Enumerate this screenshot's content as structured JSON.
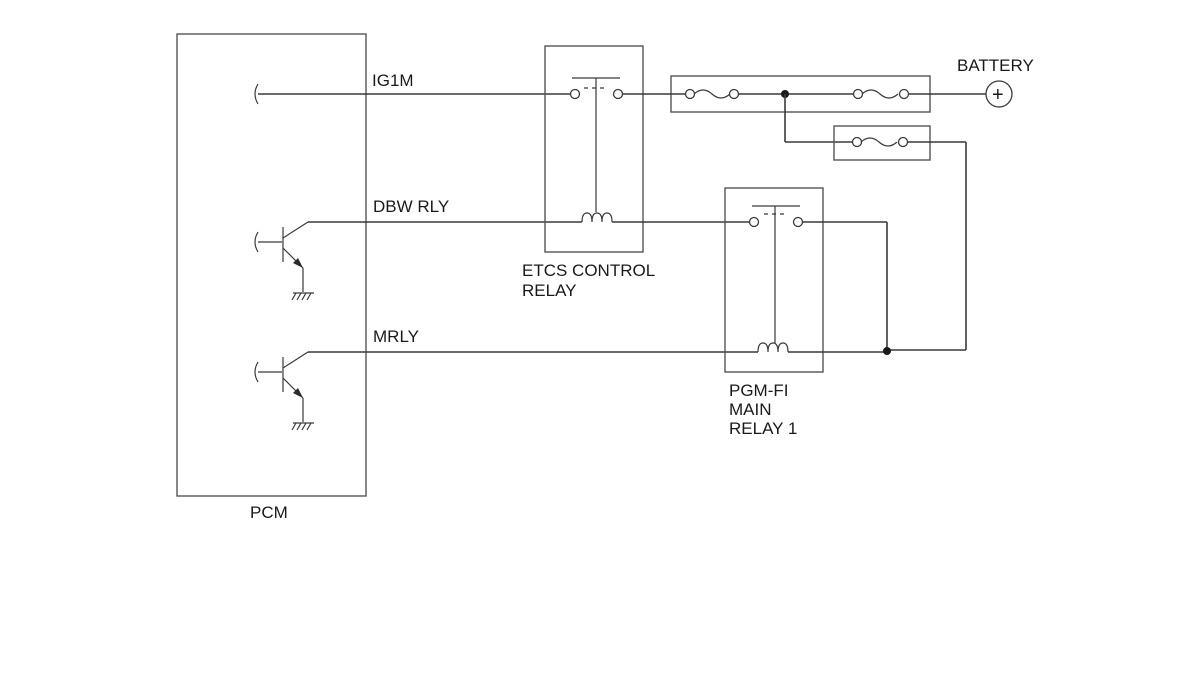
{
  "labels": {
    "ig1m": "IG1M",
    "dbw_rly": "DBW RLY",
    "mrly": "MRLY",
    "pcm": "PCM",
    "battery": "BATTERY",
    "etcs_line1": "ETCS CONTROL",
    "etcs_line2": "RELAY",
    "pgm_line1": "PGM-FI",
    "pgm_line2": "MAIN",
    "pgm_line3": "RELAY 1",
    "battery_symbol": "+"
  }
}
